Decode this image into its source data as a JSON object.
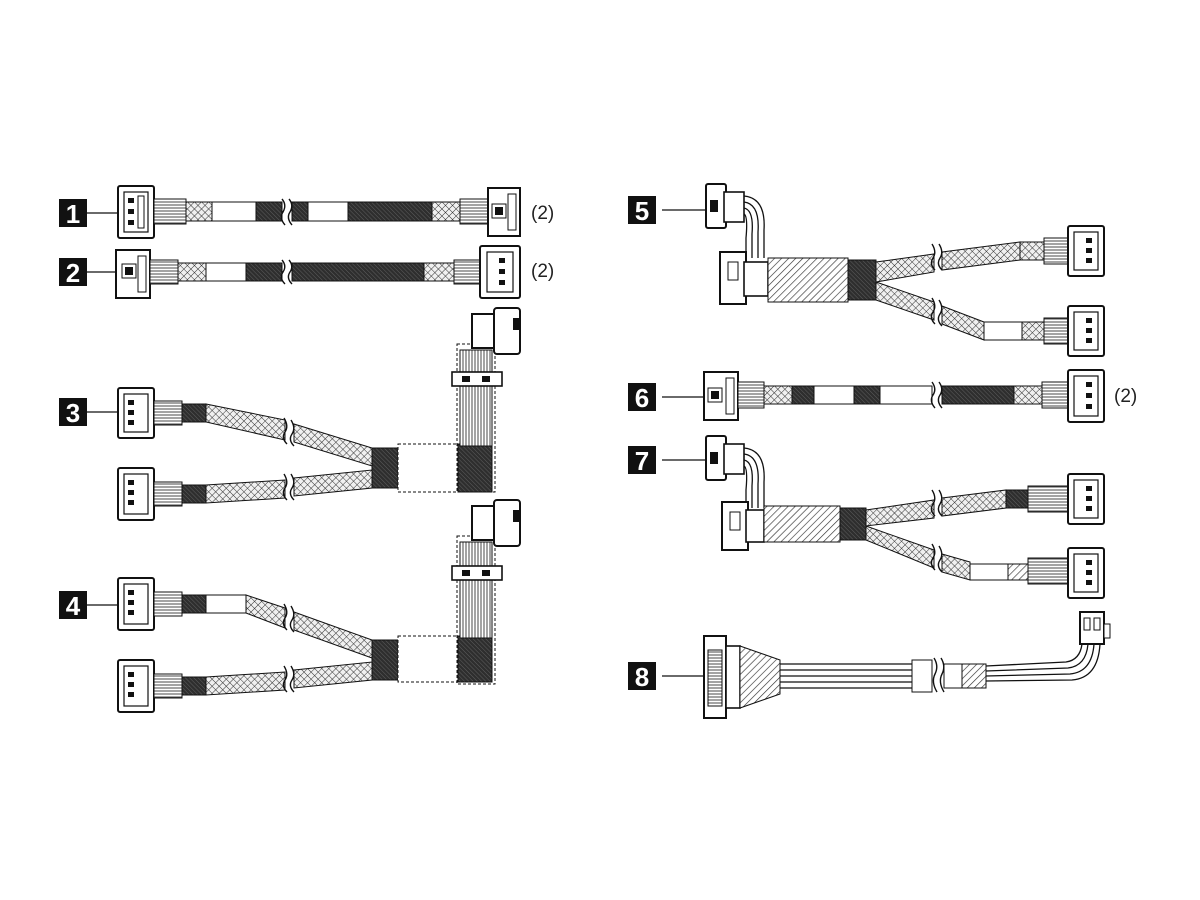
{
  "colors": {
    "ink": "#1a1a1a",
    "background": "#ffffff",
    "callout_fill": "#111111",
    "callout_text": "#ffffff",
    "sleeve_dark": "#3a3a3a",
    "sleeve_mid": "#8a8a8a",
    "sleeve_light": "#f2f2f2"
  },
  "callouts": [
    {
      "id": "1",
      "label": "1",
      "quantity": "(2)"
    },
    {
      "id": "2",
      "label": "2",
      "quantity": "(2)"
    },
    {
      "id": "3",
      "label": "3",
      "quantity": ""
    },
    {
      "id": "4",
      "label": "4",
      "quantity": ""
    },
    {
      "id": "5",
      "label": "5",
      "quantity": ""
    },
    {
      "id": "6",
      "label": "6",
      "quantity": "(2)"
    },
    {
      "id": "7",
      "label": "7",
      "quantity": ""
    },
    {
      "id": "8",
      "label": "8",
      "quantity": ""
    }
  ]
}
